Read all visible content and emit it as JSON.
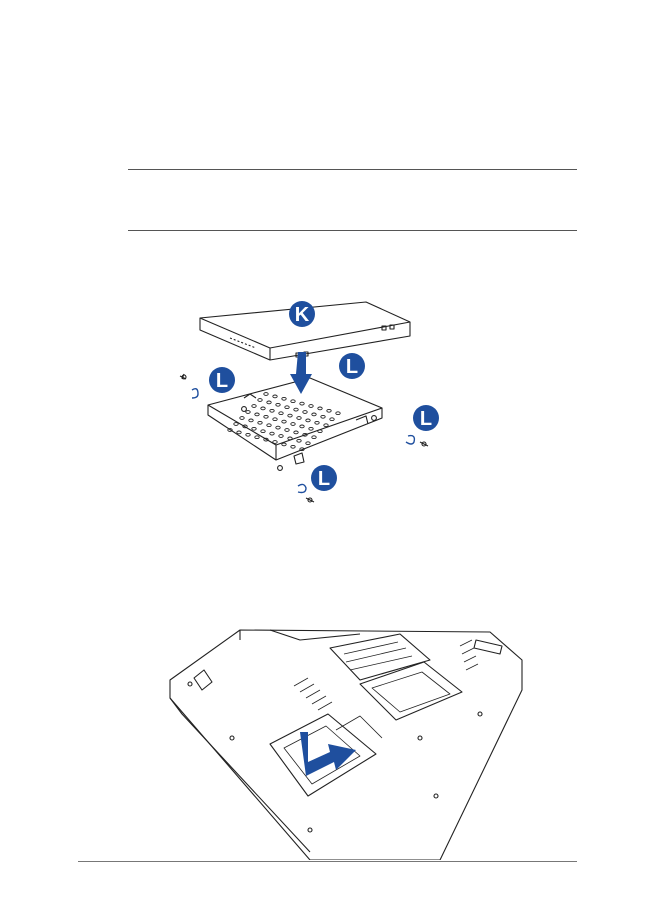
{
  "figure_top": {
    "callouts": [
      "K",
      "L",
      "L",
      "L",
      "L"
    ],
    "accent": "#1f4f9e"
  },
  "figure_bottom": {
    "accent": "#1f4f9e"
  }
}
